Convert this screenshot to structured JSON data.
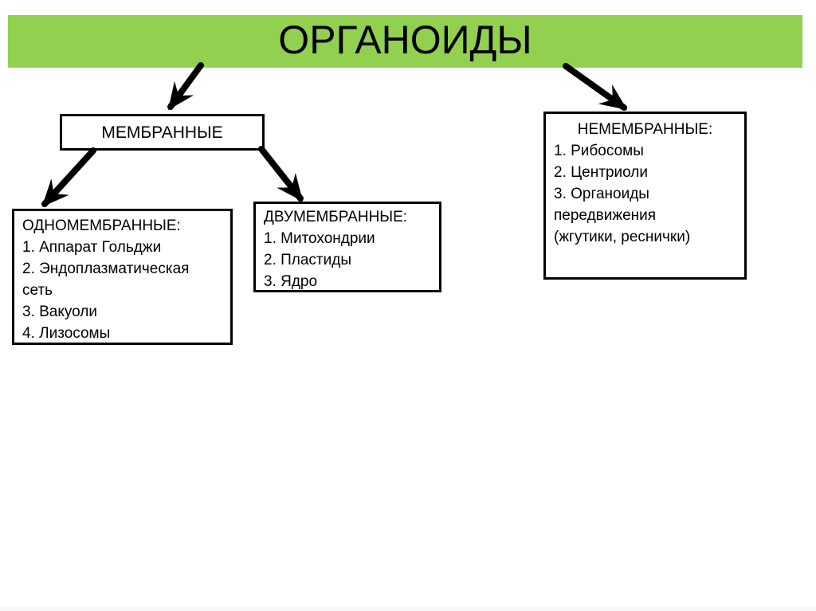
{
  "title": "ОРГАНОИДЫ",
  "colors": {
    "header_green": "#92d050",
    "ink": "#000000",
    "box_border": "#000000",
    "background": "#ffffff"
  },
  "diagram": {
    "membrane": {
      "label": "МЕМБРАННЫЕ"
    },
    "single_membrane": {
      "header": "ОДНОМЕМБРАННЫЕ:",
      "lines": [
        "1. Аппарат Гольджи",
        "2. Эндоплазматическая",
        "сеть",
        "3. Вакуоли",
        "4. Лизосомы"
      ]
    },
    "double_membrane": {
      "header": "ДВУМЕМБРАННЫЕ:",
      "lines": [
        "1. Митохондрии",
        "2. Пластиды",
        "3. Ядро"
      ]
    },
    "non_membrane": {
      "header": "НЕМЕМБРАННЫЕ:",
      "lines": [
        "1. Рибосомы",
        "2. Центриоли",
        "3. Органоиды",
        "передвижения",
        "(жгутики, реснички)"
      ]
    }
  }
}
